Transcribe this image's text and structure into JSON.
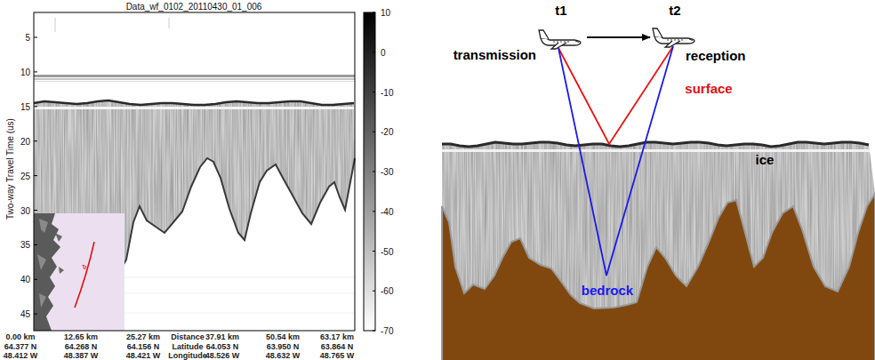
{
  "diagram": {
    "title": "Data_wf_0102_20110430_01_006",
    "labels": [
      "5",
      "10",
      "15",
      "20",
      "25",
      "30",
      "35",
      "40",
      "45",
      "Two-way Travel Time (us)",
      "10",
      "0",
      "-10",
      "-20",
      "-30",
      "-40",
      "-50",
      "-60",
      "-70",
      "0.00 km",
      "12.65 km",
      "25.27 km",
      "Distance",
      "37.91 km",
      "50.54 km",
      "63.17 km",
      "64.377 N",
      "64.268 N",
      "64.156 N",
      "Latitude",
      "64.053 N",
      "63.950 N",
      "63.864 N",
      "48.412 W",
      "48.387 W",
      "48.421 W",
      "Longitude",
      "48.526 W",
      "48.632 W",
      "48.765 W",
      "t1",
      "t2",
      "transmission",
      "reception",
      "surface",
      "ice",
      "bedrock"
    ]
  }
}
